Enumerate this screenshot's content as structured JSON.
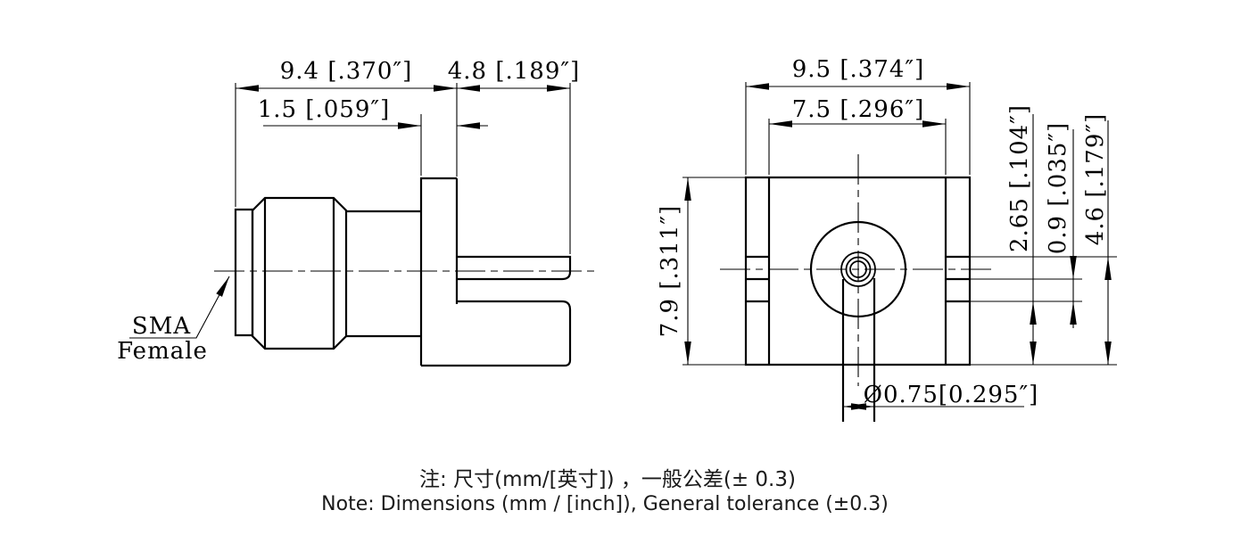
{
  "side_view": {
    "dim_overall_length": "9.4 [.370″]",
    "dim_leg_length": "4.8 [.189″]",
    "dim_body_step": "1.5 [.059″]",
    "label_line1": "SMA",
    "label_line2": "Female"
  },
  "front_view": {
    "dim_overall_width": "9.5 [.374″]",
    "dim_inner_width": "7.5 [.296″]",
    "dim_overall_height": "7.9 [.311″]",
    "dim_slot_to_bottom": "2.65 [.104″]",
    "dim_slot_width": "0.9 [.035″]",
    "dim_tab_to_bottom": "4.6 [.179″]",
    "dim_pin_diameter": "Ø0.75[0.295″]"
  },
  "notes": {
    "line_zh": "注: 尺寸(mm/[英寸]) ，一般公差(± 0.3)",
    "line_en": "Note: Dimensions (mm / [inch]), General tolerance (±0.3)"
  },
  "colors": {
    "line": "#000000",
    "background": "#ffffff"
  }
}
